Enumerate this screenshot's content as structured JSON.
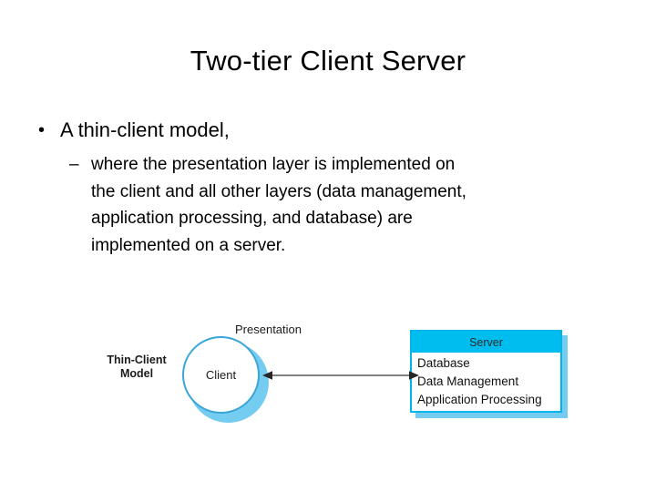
{
  "slide": {
    "title": "Two-tier Client Server",
    "bullets": [
      {
        "marker": "•",
        "text": "A thin-client model,"
      }
    ],
    "sub_bullet": {
      "marker": "–",
      "lines": [
        " where the presentation layer is implemented on",
        "the client and all other layers (data management,",
        "application processing, and database) are",
        "implemented on a server."
      ]
    }
  },
  "diagram": {
    "thin_client_label": {
      "line1": "Thin-Client",
      "line2": "Model"
    },
    "presentation_label": "Presentation",
    "client_node": {
      "label": "Client"
    },
    "server_node": {
      "header": "Server",
      "items": [
        "Database",
        "Data Management",
        "Application Processing"
      ]
    },
    "connector": {
      "direction": "bidirectional"
    },
    "colors": {
      "cyan": "#00bdf0",
      "cyan_border": "#00b5ea",
      "cyan_shadow": "#74cdf0",
      "circle_border": "#3aa6d8",
      "arrow": "#575757",
      "text": "#000000",
      "background": "#ffffff"
    }
  }
}
